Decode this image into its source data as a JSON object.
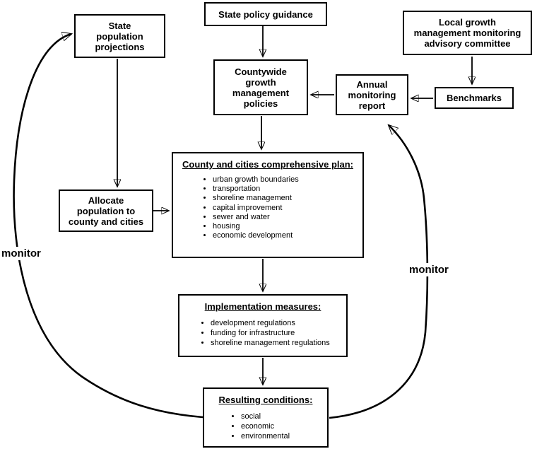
{
  "boxes": {
    "state_population_projections": {
      "label": "State\npopulation\nprojections"
    },
    "state_policy_guidance": {
      "label": "State policy guidance"
    },
    "local_growth_committee": {
      "label": "Local growth\nmanagement monitoring\nadvisory committee"
    },
    "countywide_policies": {
      "label": "Countywide\ngrowth\nmanagement\npolicies"
    },
    "annual_monitoring_report": {
      "label": "Annual\nmonitoring\nreport"
    },
    "benchmarks": {
      "label": "Benchmarks"
    },
    "allocate_population": {
      "label": "Allocate\npopulation to\ncounty and cities"
    },
    "comprehensive_plan": {
      "title": "County and cities comprehensive plan:",
      "items": [
        "urban growth boundaries",
        "transportation",
        "shoreline management",
        "capital improvement",
        "sewer and water",
        "housing",
        "economic development"
      ]
    },
    "implementation_measures": {
      "title": "Implementation measures:",
      "items": [
        "development regulations",
        "funding for infrastructure",
        "shoreline management regulations"
      ]
    },
    "resulting_conditions": {
      "title": "Resulting conditions:",
      "items": [
        "social",
        "economic",
        "environmental"
      ]
    }
  },
  "labels": {
    "monitor_left": "monitor",
    "monitor_right": "monitor"
  },
  "edges": [
    {
      "from": "state-policy-guidance",
      "to": "countywide-policies"
    },
    {
      "from": "local-growth-committee",
      "to": "benchmarks"
    },
    {
      "from": "benchmarks",
      "to": "annual-monitoring-report"
    },
    {
      "from": "annual-monitoring-report",
      "to": "countywide-policies"
    },
    {
      "from": "state-population-projections",
      "to": "allocate-population"
    },
    {
      "from": "allocate-population",
      "to": "comprehensive-plan"
    },
    {
      "from": "countywide-policies",
      "to": "comprehensive-plan"
    },
    {
      "from": "comprehensive-plan",
      "to": "implementation-measures"
    },
    {
      "from": "implementation-measures",
      "to": "resulting-conditions"
    },
    {
      "from": "resulting-conditions",
      "to": "state-population-projections",
      "label": "monitor"
    },
    {
      "from": "resulting-conditions",
      "to": "annual-monitoring-report",
      "label": "monitor"
    }
  ],
  "colors": {
    "background": "#ffffff",
    "box_fill": "#ffffff",
    "box_border": "#000000",
    "line": "#000000",
    "shadow": "#3c3c3c",
    "text": "#000000"
  }
}
